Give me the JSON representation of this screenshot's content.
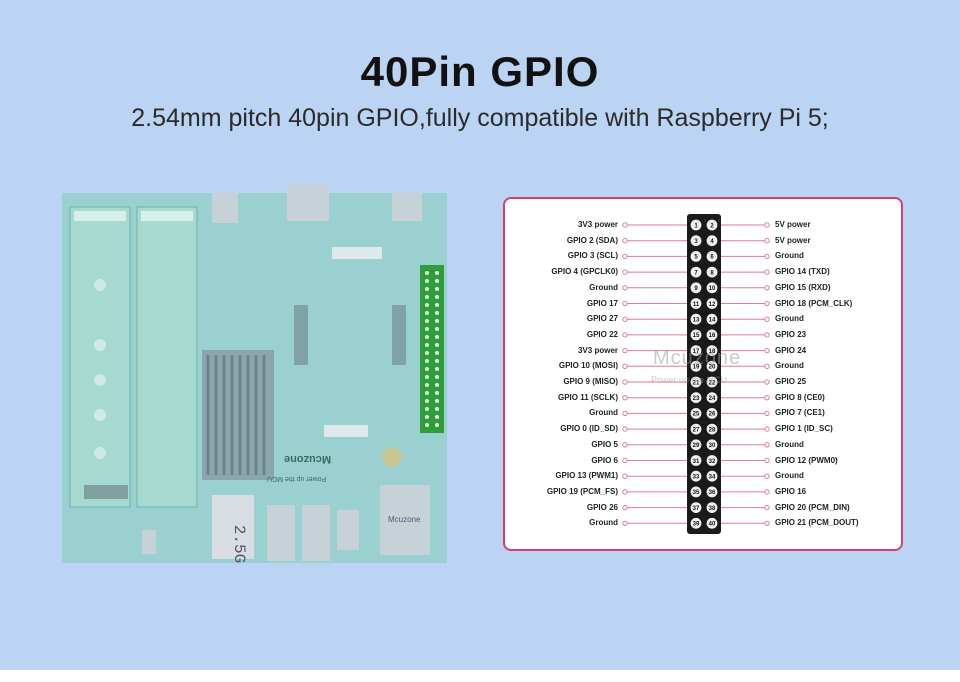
{
  "header": {
    "title": "40Pin GPIO",
    "subtitle": "2.54mm pitch 40pin GPIO,fully compatible with Raspberry Pi 5;"
  },
  "board": {
    "logo": "Mcuzone",
    "logo_sub": "Power up the MCU",
    "chip_label": "2.5G",
    "port_label": "Mcuzone"
  },
  "pinout": {
    "watermark": "Mcuzone",
    "watermark_sub": "Power up the MCU",
    "left": [
      "3V3 power",
      "GPIO 2 (SDA)",
      "GPIO 3 (SCL)",
      "GPIO 4 (GPCLK0)",
      "Ground",
      "GPIO 17",
      "GPIO 27",
      "GPIO 22",
      "3V3 power",
      "GPIO 10 (MOSI)",
      "GPIO 9 (MISO)",
      "GPIO 11 (SCLK)",
      "Ground",
      "GPIO 0 (ID_SD)",
      "GPIO 5",
      "GPIO 6",
      "GPIO 13 (PWM1)",
      "GPIO 19 (PCM_FS)",
      "GPIO 26",
      "Ground"
    ],
    "right": [
      "5V power",
      "5V power",
      "Ground",
      "GPIO 14 (TXD)",
      "GPIO 15 (RXD)",
      "GPIO 18 (PCM_CLK)",
      "Ground",
      "GPIO 23",
      "GPIO 24",
      "Ground",
      "GPIO 25",
      "GPIO 8 (CE0)",
      "GPIO 7 (CE1)",
      "GPIO 1 (ID_SC)",
      "Ground",
      "GPIO 12 (PWM0)",
      "Ground",
      "GPIO 16",
      "GPIO 20 (PCM_DIN)",
      "GPIO 21 (PCM_DOUT)"
    ]
  },
  "colors": {
    "background": "#bcd4f3",
    "panel_border": "#d0416f",
    "pin_line": "#e07a9a",
    "header_block": "#1a1a1a",
    "board": "#8fcfc4"
  }
}
